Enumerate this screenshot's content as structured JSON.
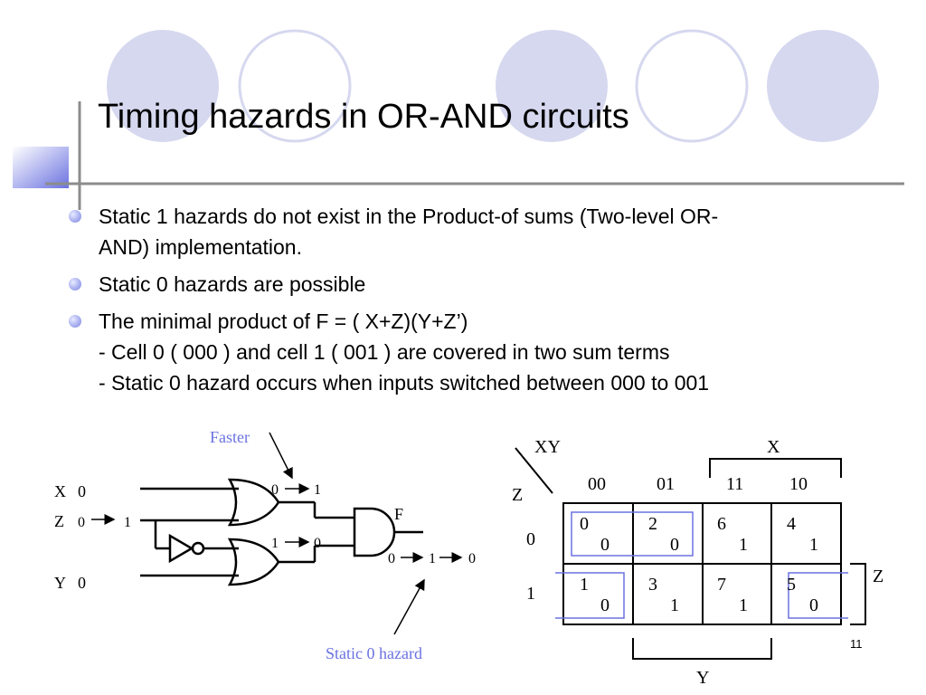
{
  "slide": {
    "title": "Timing hazards in OR-AND circuits",
    "number": "11",
    "accent_color": "#6b72e0",
    "circle_color": "#d6d8ef"
  },
  "bullets": [
    {
      "lines": [
        "Static 1 hazards do not exist in the Product-of sums (Two-level OR-",
        "AND) implementation."
      ]
    },
    {
      "lines": [
        "Static 0 hazards are possible"
      ]
    },
    {
      "lines": [
        "The minimal product of F = ( X+Z)(Y+Z’)",
        "- Cell 0 ( 000 ) and cell 1 ( 001 )  are covered in two sum terms",
        "- Static 0 hazard occurs when inputs switched between 000 to 001"
      ]
    }
  ],
  "circuit": {
    "annotation_faster": "Faster",
    "annotation_hazard": "Static 0 hazard",
    "input_x": "X",
    "input_x_value": "0",
    "input_z": "Z",
    "input_z_from": "0",
    "input_z_to": "1",
    "input_y": "Y",
    "input_y_value": "0",
    "or1_from": "0",
    "or1_to": "1",
    "or2_from": "1",
    "or2_to": "0",
    "output_label": "F",
    "output_seq": [
      "0",
      "1",
      "0"
    ]
  },
  "kmap": {
    "corner_top": "XY",
    "corner_left": "Z",
    "col_headers": [
      "00",
      "01",
      "11",
      "10"
    ],
    "row_headers": [
      "0",
      "1"
    ],
    "x_label": "X",
    "y_label": "Y",
    "z_label": "Z",
    "cells": [
      [
        {
          "index": "0",
          "value": "0"
        },
        {
          "index": "2",
          "value": "0"
        },
        {
          "index": "6",
          "value": "1"
        },
        {
          "index": "4",
          "value": "1"
        }
      ],
      [
        {
          "index": "1",
          "value": "0"
        },
        {
          "index": "3",
          "value": "1"
        },
        {
          "index": "7",
          "value": "1"
        },
        {
          "index": "5",
          "value": "0"
        }
      ]
    ]
  }
}
